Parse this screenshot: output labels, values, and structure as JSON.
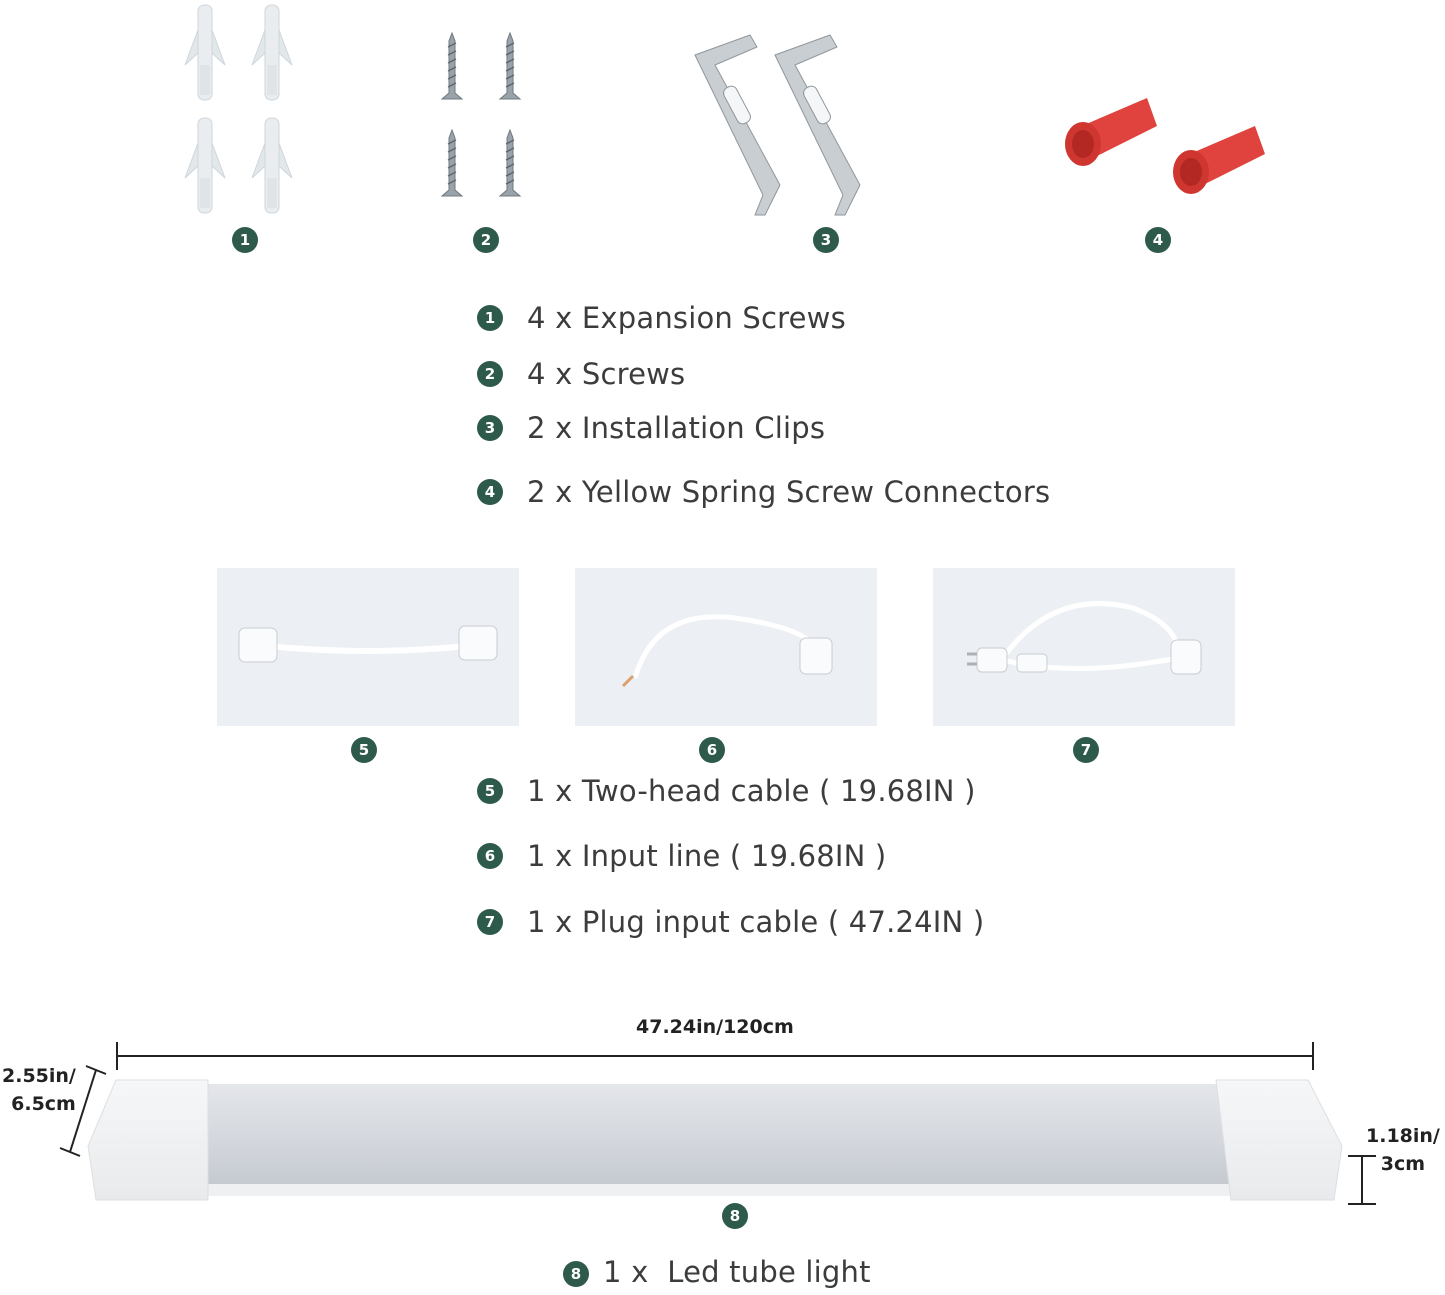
{
  "parts_top": {
    "badges": [
      "1",
      "2",
      "3",
      "4"
    ]
  },
  "items_a": [
    {
      "num": "1",
      "text": "4 x Expansion Screws"
    },
    {
      "num": "2",
      "text": "4 x Screws"
    },
    {
      "num": "3",
      "text": "2 x Installation Clips"
    },
    {
      "num": "4",
      "text": "2 x Yellow Spring Screw Connectors"
    }
  ],
  "cables": {
    "badges": [
      "5",
      "6",
      "7"
    ]
  },
  "items_b": [
    {
      "num": "5",
      "text": "1 x Two-head cable ( 19.68IN )"
    },
    {
      "num": "6",
      "text": "1 x Input line ( 19.68IN )"
    },
    {
      "num": "7",
      "text": "1 x Plug input cable ( 47.24IN )"
    }
  ],
  "dimensions": {
    "length": "47.24in/120cm",
    "width_line1": "2.55in/",
    "width_line2": "6.5cm",
    "height_line1": "1.18in/",
    "height_line2": "3cm"
  },
  "tube": {
    "badge": "8",
    "caption": "1 x  Led tube light"
  },
  "colors": {
    "badge": "#2e5a4c",
    "connector": "#e0433d",
    "photo_bg": "#eceff3"
  }
}
